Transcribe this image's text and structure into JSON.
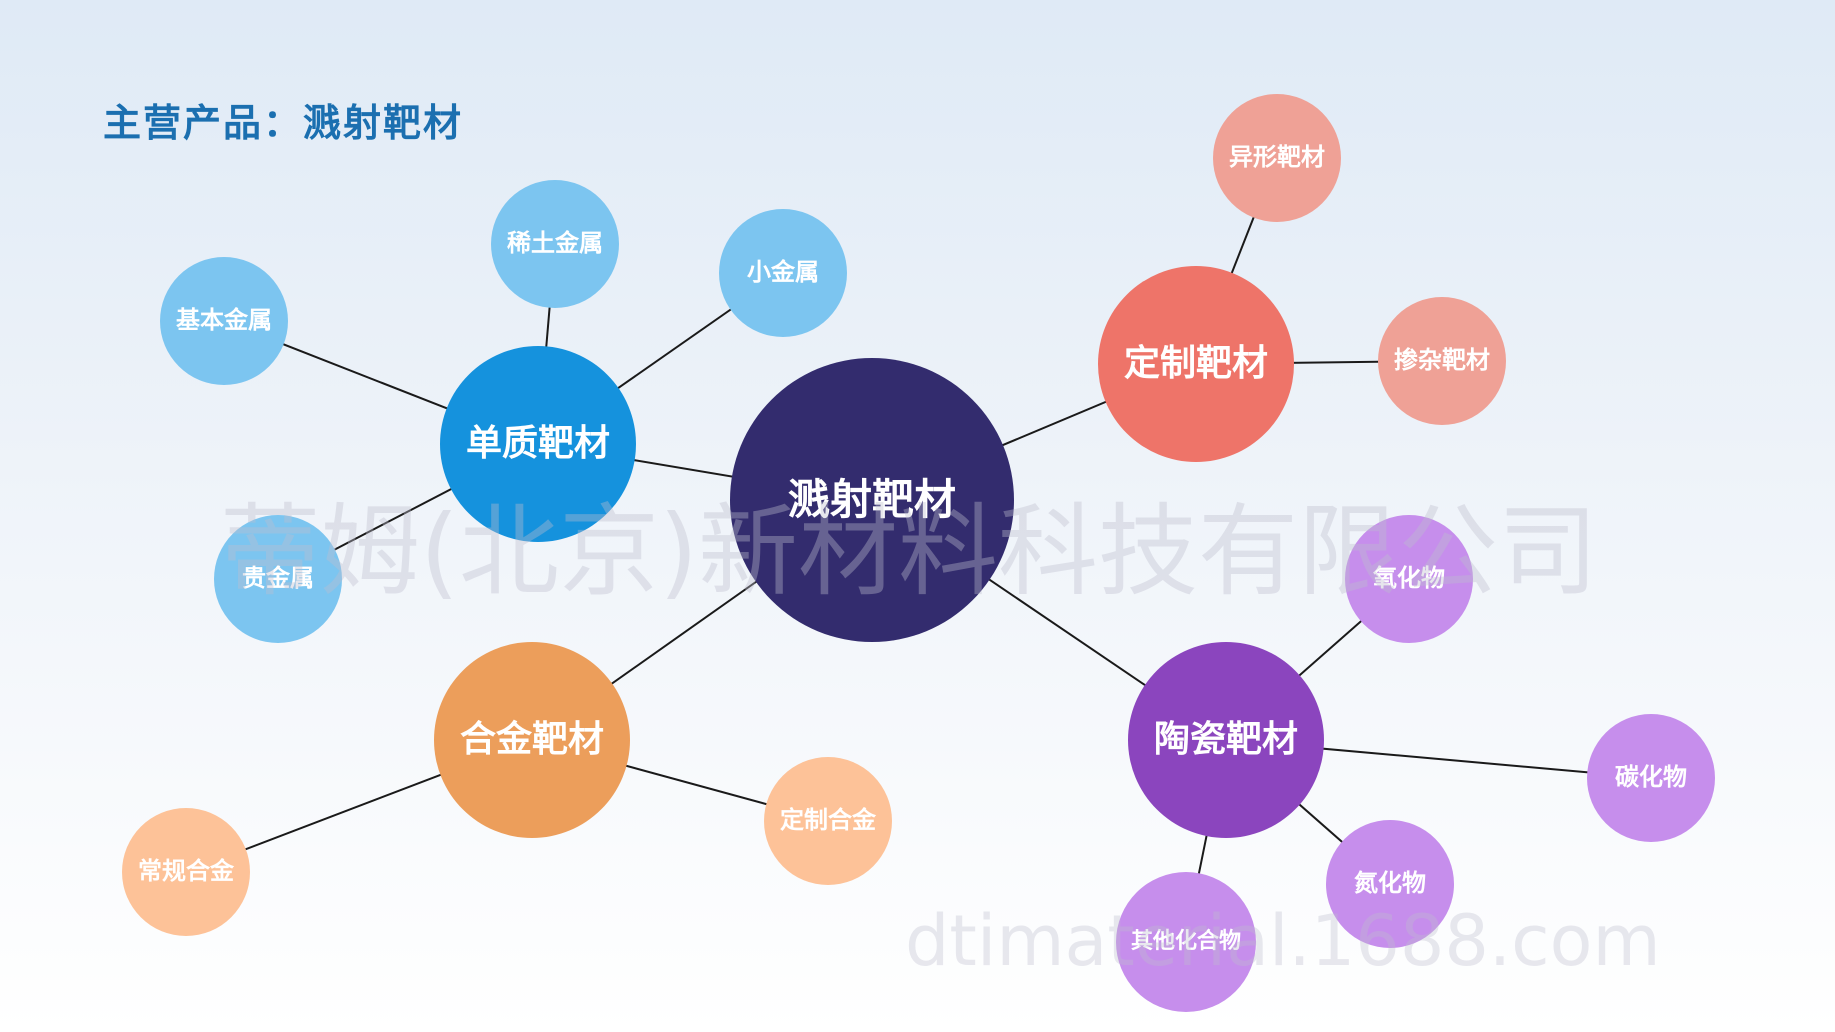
{
  "title": "主营产品：溅射靶材",
  "watermark": "蒂姆(北京)新材料科技有限公司",
  "watermark_url": "dtimaterial.1688.com",
  "center": {
    "label": "溅射靶材",
    "color": "#332c6e"
  },
  "branches": {
    "single": {
      "label": "单质靶材",
      "color": "#1592dd",
      "leaf_color": "#7cc5f0",
      "leaves": {
        "rare_earth": "稀土金属",
        "minor": "小金属",
        "base": "基本金属",
        "precious": "贵金属"
      }
    },
    "custom": {
      "label": "定制靶材",
      "color": "#ee7469",
      "leaf_color": "#efa196",
      "leaves": {
        "shaped": "异形靶材",
        "doped": "掺杂靶材"
      }
    },
    "alloy": {
      "label": "合金靶材",
      "color": "#ec9e5b",
      "leaf_color": "#fdc298",
      "leaves": {
        "regular": "常规合金",
        "custom": "定制合金"
      }
    },
    "ceramic": {
      "label": "陶瓷靶材",
      "color": "#8b45be",
      "leaf_color": "#c68eec",
      "leaves": {
        "oxide": "氧化物",
        "carbide": "碳化物",
        "nitride": "氮化物",
        "other": "其他化合物"
      }
    }
  }
}
